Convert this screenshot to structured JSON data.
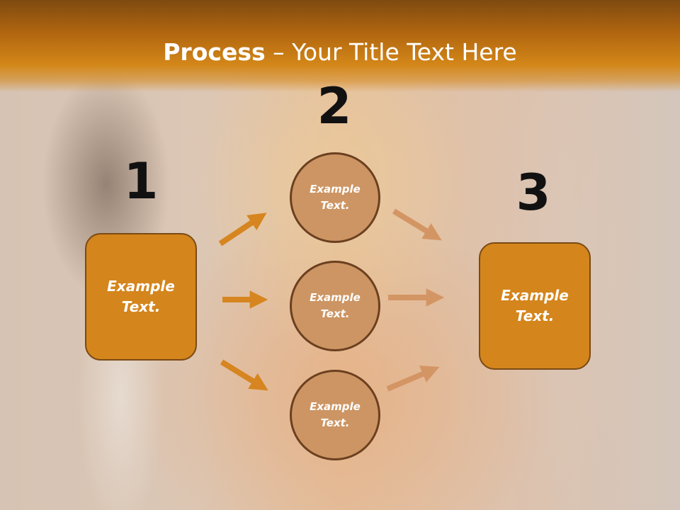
{
  "slide": {
    "title_bold": "Process",
    "title_rest": " – Your Title Text Here"
  },
  "steps": [
    {
      "number": "1"
    },
    {
      "number": "2"
    },
    {
      "number": "3"
    }
  ],
  "boxes": {
    "left": "Example Text.",
    "right": "Example Text."
  },
  "circles": [
    {
      "label": "Example Text."
    },
    {
      "label": "Example Text."
    },
    {
      "label": "Example Text."
    }
  ],
  "colors": {
    "header": "#d38618",
    "box_fill": "#d4851c",
    "circle_fill": "#cd9563",
    "arrow_left": "#d68520",
    "arrow_right": "#d49564"
  }
}
